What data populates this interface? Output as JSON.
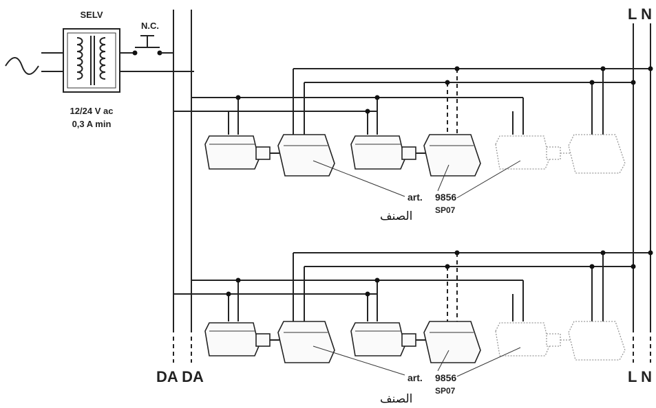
{
  "transformer": {
    "title": "SELV",
    "switch_label": "N.C.",
    "rating_voltage": "12/24 V ac",
    "rating_current": "0,3 A min",
    "ac_symbol": "~"
  },
  "bus": {
    "left_bottom": "DA DA",
    "right_top": "L N",
    "right_bottom": "L N"
  },
  "device_label_top": {
    "art": "art.",
    "number": "9856",
    "code": "SP07",
    "arabic": "الصنف"
  },
  "device_label_bottom": {
    "art": "art.",
    "number": "9856",
    "code": "SP07",
    "arabic": "الصنف"
  },
  "colors": {
    "line": "#222222",
    "ghost": "#999999",
    "background": "#ffffff"
  }
}
